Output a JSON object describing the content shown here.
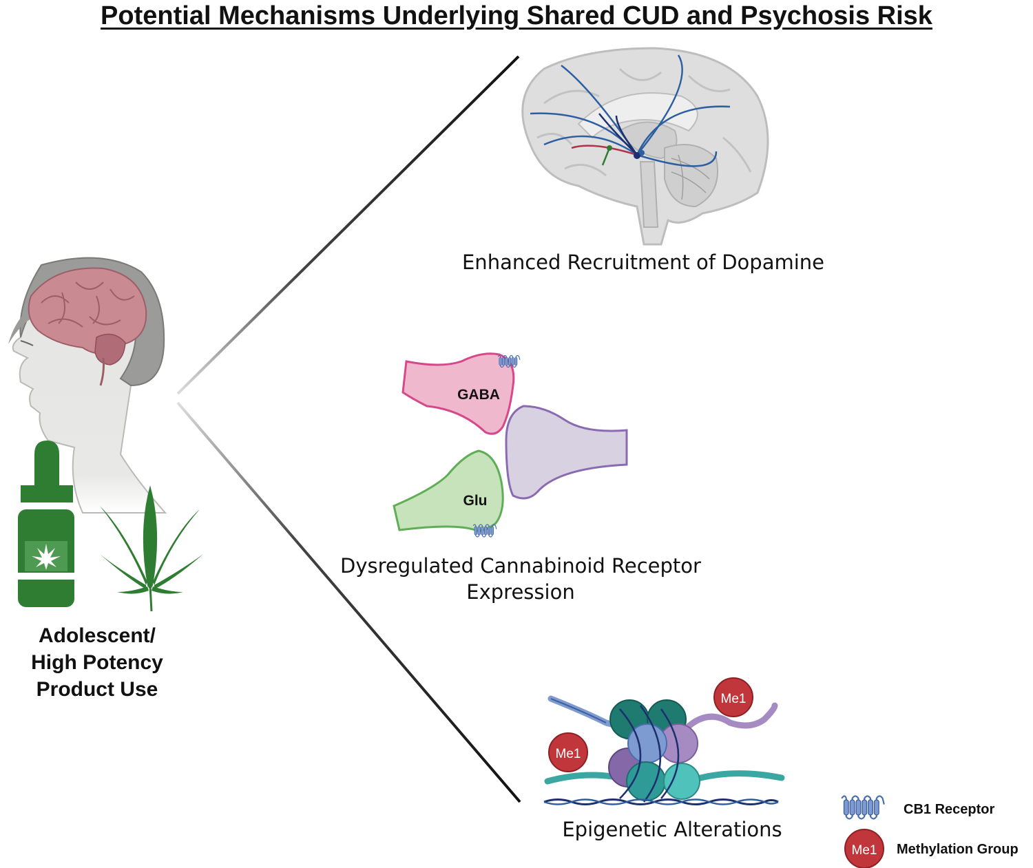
{
  "title": "Potential Mechanisms Underlying Shared CUD and Psychosis Risk",
  "source": {
    "label_line1": "Adolescent/",
    "label_line2": "High Potency",
    "label_line3": "Product Use"
  },
  "mechanisms": [
    {
      "label": "Enhanced Recruitment of Dopamine"
    },
    {
      "label_line1": "Dysregulated Cannabinoid Receptor",
      "label_line2": "Expression",
      "neuron_gaba": "GABA",
      "neuron_glu": "Glu"
    },
    {
      "label": "Epigenetic Alterations",
      "methyl_tag": "Me1"
    }
  ],
  "legend": {
    "cb1_label": "CB1 Receptor",
    "methyl_label": "Methylation Group",
    "methyl_symbol": "Me1"
  },
  "colors": {
    "brain_pink": "#c98a92",
    "leaf_green": "#2f7d32",
    "gaba_pink": "#f0b8cc",
    "glu_green": "#c6e3bc",
    "post_purple": "#d8d1e2",
    "methyl_red": "#c0363a",
    "receptor_blue": "#4a6fb0"
  }
}
